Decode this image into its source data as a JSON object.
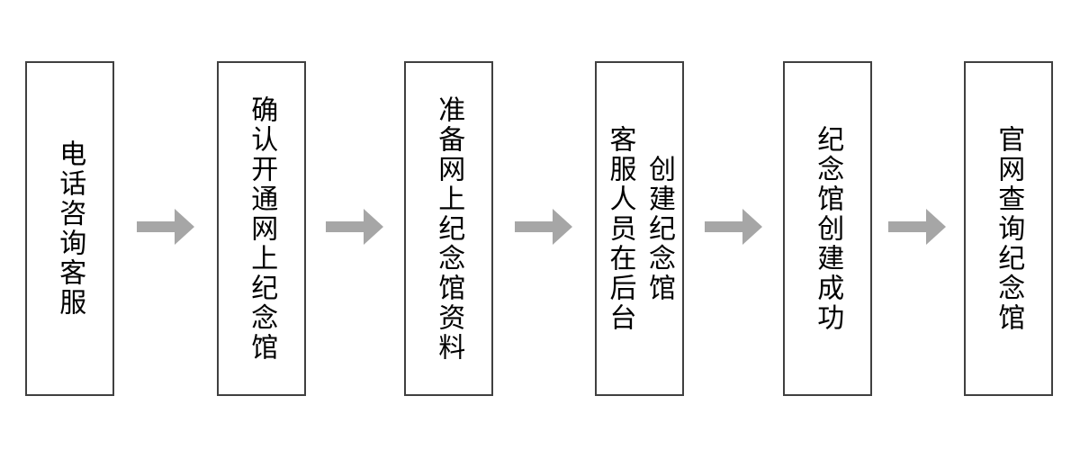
{
  "flowchart": {
    "steps": [
      {
        "label": "电话咨询客服"
      },
      {
        "label": "确认开通网上纪念馆"
      },
      {
        "label": "准备网上纪念馆资料"
      },
      {
        "label": "客服人员在后台\n创建纪念馆"
      },
      {
        "label": "纪念馆创建成功"
      },
      {
        "label": "官网查询纪念馆"
      }
    ],
    "colors": {
      "box_border": "#404040",
      "box_fill": "#ffffff",
      "text": "#000000",
      "arrow": "#a6a6a6",
      "background": "#ffffff"
    }
  }
}
